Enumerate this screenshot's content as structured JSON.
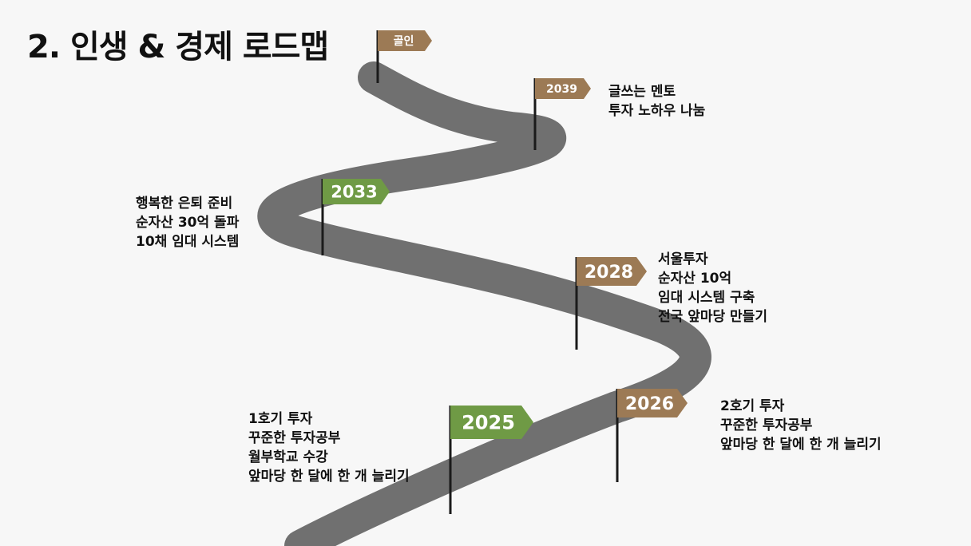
{
  "title": "2. 인생 & 경제 로드맵",
  "colors": {
    "background": "#f7f7f7",
    "road": "#707070",
    "pole": "#1a1a1a",
    "flag_brown": "#9c7a55",
    "flag_green": "#6f9a45",
    "text": "#111111"
  },
  "milestones": [
    {
      "id": "goal",
      "label": "골인",
      "color": "flag_brown",
      "notes": []
    },
    {
      "id": "2039",
      "label": "2039",
      "color": "flag_brown",
      "notes": [
        "글쓰는 멘토",
        "투자 노하우 나눔"
      ]
    },
    {
      "id": "2033",
      "label": "2033",
      "color": "flag_green",
      "notes": [
        "행복한 은퇴 준비",
        "순자산 30억 돌파",
        "10채 임대 시스템"
      ]
    },
    {
      "id": "2028",
      "label": "2028",
      "color": "flag_brown",
      "notes": [
        "서울투자",
        "순자산 10억",
        "임대 시스템 구축",
        "전국 앞마당 만들기"
      ]
    },
    {
      "id": "2026",
      "label": "2026",
      "color": "flag_brown",
      "notes": [
        "2호기 투자",
        "꾸준한 투자공부",
        "앞마당 한 달에 한 개 늘리기"
      ]
    },
    {
      "id": "2025",
      "label": "2025",
      "color": "flag_green",
      "notes": [
        "1호기 투자",
        "꾸준한 투자공부",
        "월부학교 수강",
        "앞마당 한 달에 한 개 늘리기"
      ]
    }
  ]
}
